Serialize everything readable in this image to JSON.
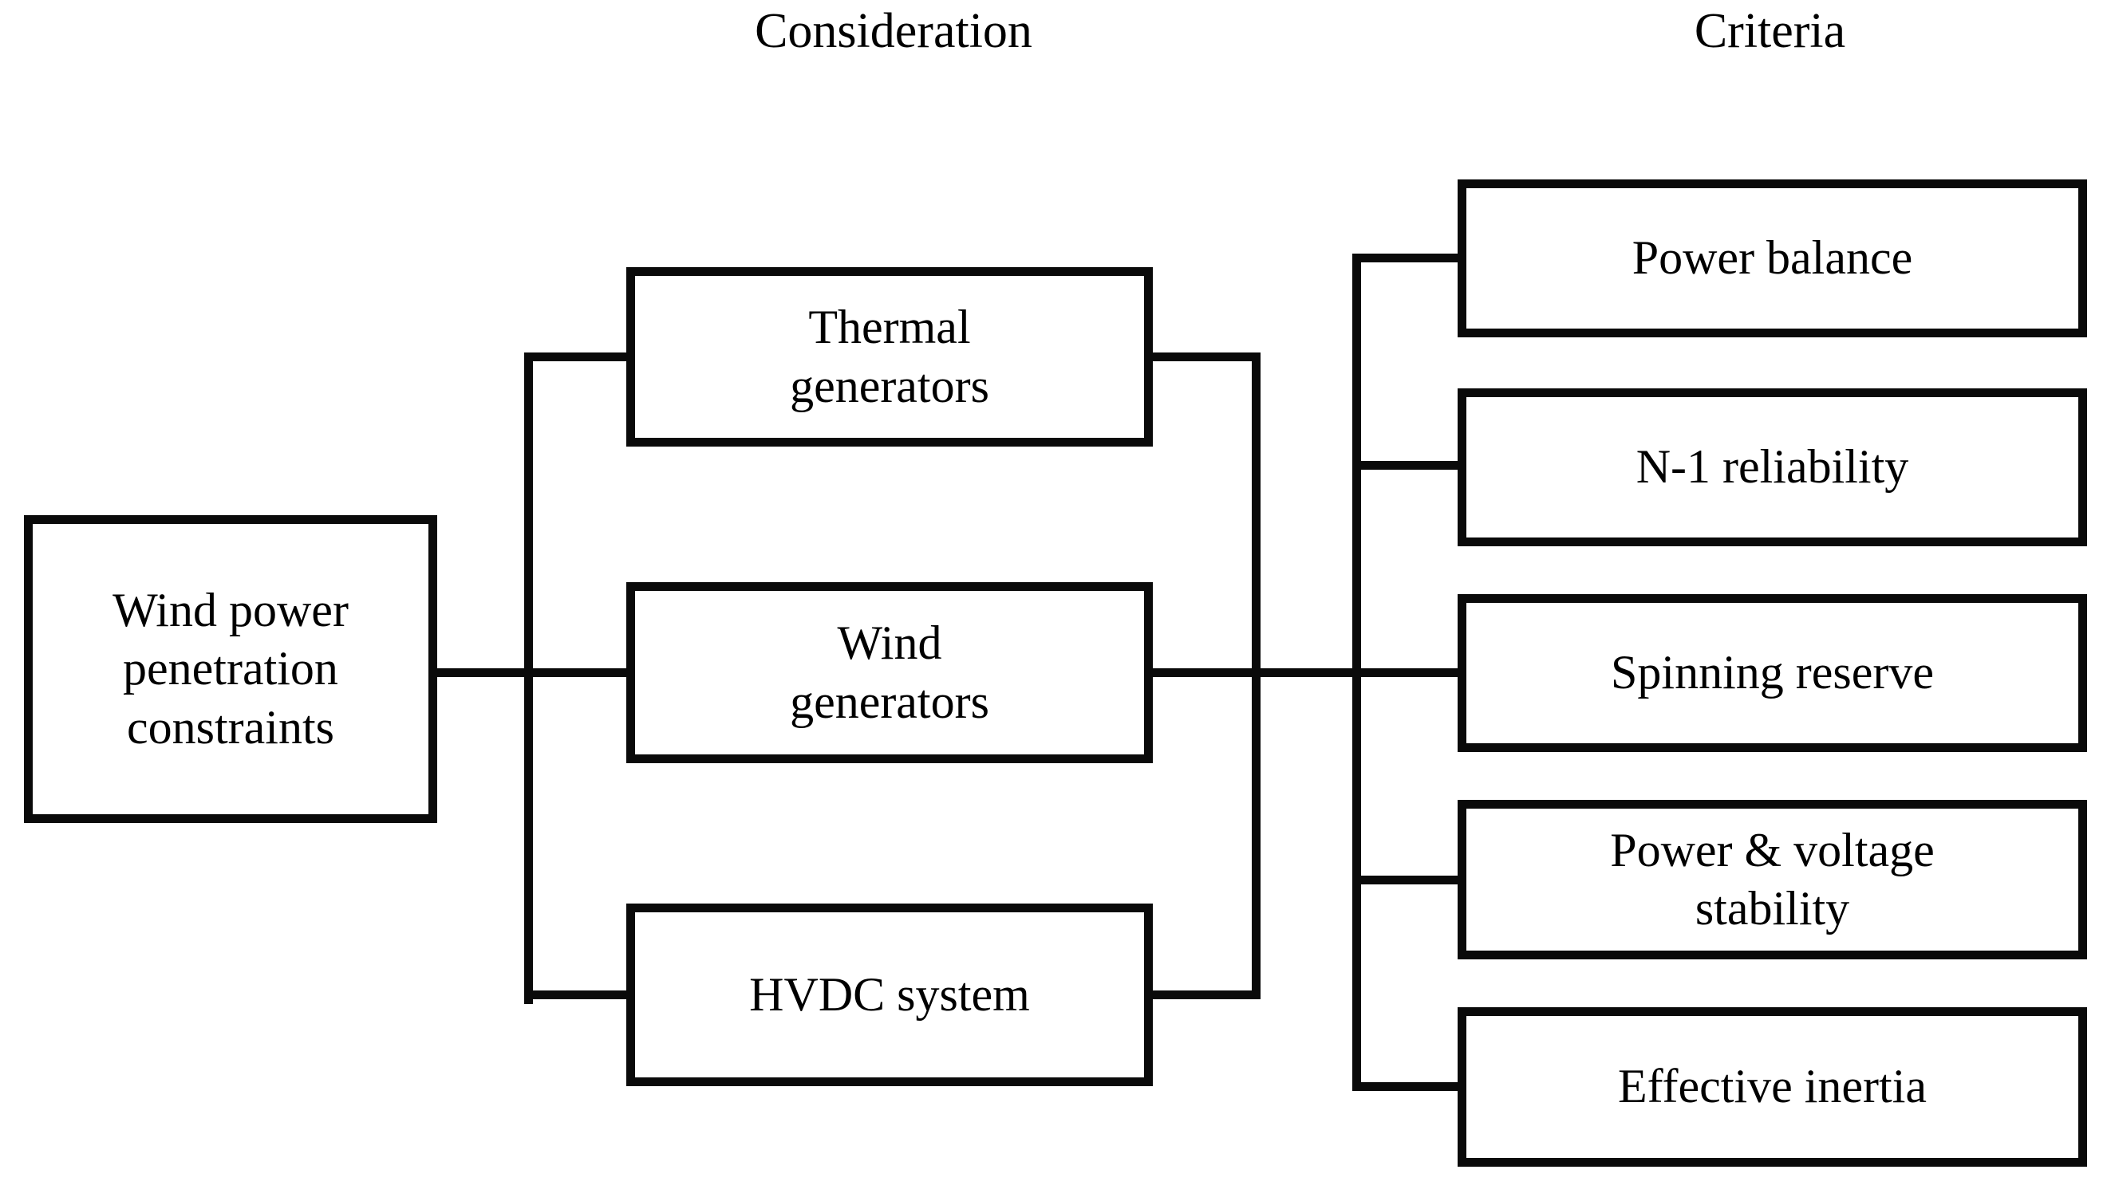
{
  "diagram": {
    "type": "hierarchy-tree",
    "orientation": "left-to-right",
    "background_color": "#ffffff",
    "line_color": "#0a0a0a",
    "text_color": "#000000",
    "headers": [
      {
        "id": "header-consideration",
        "label": "Consideration"
      },
      {
        "id": "header-criteria",
        "label": "Criteria"
      }
    ],
    "root": {
      "id": "root-node",
      "label": "Wind power penetration constraints",
      "lines": [
        "Wind power",
        "penetration",
        "constraints"
      ]
    },
    "consideration_nodes": [
      {
        "id": "consideration-thermal-generators",
        "label": "Thermal generators",
        "lines": [
          "Thermal",
          "generators"
        ]
      },
      {
        "id": "consideration-wind-generators",
        "label": "Wind generators",
        "lines": [
          "Wind",
          "generators"
        ]
      },
      {
        "id": "consideration-hvdc-system",
        "label": "HVDC system",
        "lines": [
          "HVDC system"
        ]
      }
    ],
    "criteria_nodes": [
      {
        "id": "criteria-power-balance",
        "label": "Power balance",
        "lines": [
          "Power balance"
        ]
      },
      {
        "id": "criteria-n1-reliability",
        "label": "N-1 reliability",
        "lines": [
          "N-1 reliability"
        ]
      },
      {
        "id": "criteria-spinning-reserve",
        "label": "Spinning reserve",
        "lines": [
          "Spinning reserve"
        ]
      },
      {
        "id": "criteria-power-voltage-stability",
        "label": "Power & voltage stability",
        "lines": [
          "Power & voltage",
          "stability"
        ]
      },
      {
        "id": "criteria-effective-inertia",
        "label": "Effective inertia",
        "lines": [
          "Effective inertia"
        ]
      }
    ]
  }
}
